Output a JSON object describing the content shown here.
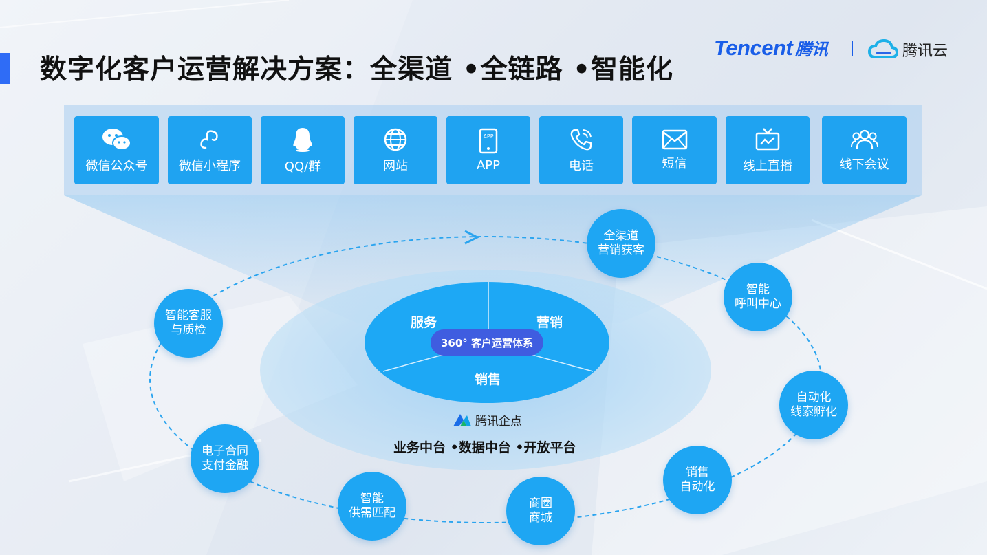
{
  "title": "数字化客户运营解决方案：全渠道 •全链路 •智能化",
  "logos": {
    "tencent_en": "Tencent",
    "tencent_cn": "腾讯",
    "cloud": "腾讯云"
  },
  "channels": [
    {
      "label": "微信公众号",
      "icon": "wechat-icon"
    },
    {
      "label": "微信小程序",
      "icon": "mini-program-icon"
    },
    {
      "label": "QQ/群",
      "icon": "qq-icon"
    },
    {
      "label": "网站",
      "icon": "globe-icon"
    },
    {
      "label": "APP",
      "icon": "phone-app-icon"
    },
    {
      "label": "电话",
      "icon": "telephone-icon"
    },
    {
      "label": "短信",
      "icon": "envelope-icon"
    },
    {
      "label": "线上直播",
      "icon": "tv-icon"
    },
    {
      "label": "线下会议",
      "icon": "people-icon"
    }
  ],
  "capabilities": [
    {
      "line1": "全渠道",
      "line2": "营销获客"
    },
    {
      "line1": "智能",
      "line2": "呼叫中心"
    },
    {
      "line1": "自动化",
      "line2": "线索孵化"
    },
    {
      "line1": "销售",
      "line2": "自动化"
    },
    {
      "line1": "商圈",
      "line2": "商城"
    },
    {
      "line1": "智能",
      "line2": "供需匹配"
    },
    {
      "line1": "电子合同",
      "line2": "支付金融"
    },
    {
      "line1": "智能客服",
      "line2": "与质检"
    }
  ],
  "core": {
    "service": "服务",
    "marketing": "营销",
    "sales": "销售",
    "center": "360° 客户运营体系"
  },
  "brand": "腾讯企点",
  "platform": "业务中台 •数据中台 •开放平台",
  "colors": {
    "accent": "#2f6cf6",
    "channel_bg": "#1fa3f1",
    "circle_bg": "#1ea6f3",
    "core_center": "#3f5de0"
  }
}
